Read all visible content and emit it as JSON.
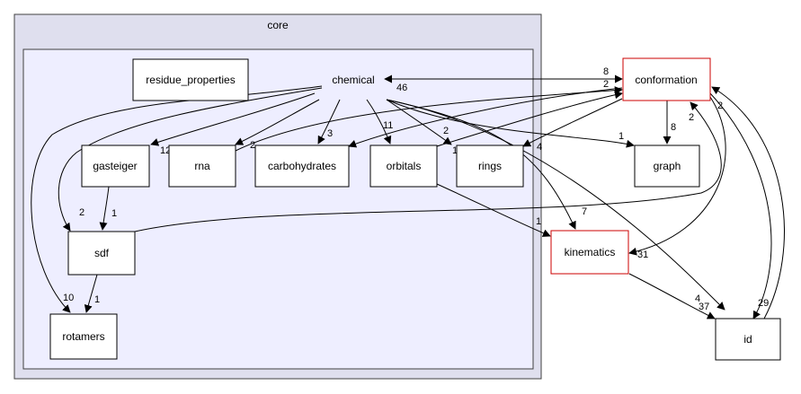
{
  "clusters": {
    "outer": {
      "label": "core"
    }
  },
  "nodes": {
    "residue_properties": "residue_properties",
    "chemical": "chemical",
    "gasteiger": "gasteiger",
    "rna": "rna",
    "carbohydrates": "carbohydrates",
    "orbitals": "orbitals",
    "rings": "rings",
    "sdf": "sdf",
    "rotamers": "rotamers",
    "conformation": "conformation",
    "graph": "graph",
    "kinematics": "kinematics",
    "id": "id"
  },
  "edge_labels": {
    "chemical_conformation": "8",
    "conformation_chemical": "46",
    "chemical_gasteiger": "12",
    "chemical_rna": "2",
    "chemical_carbohydrates": "3",
    "chemical_orbitals": "11",
    "chemical_rings": "2",
    "chemical_graph": "1",
    "chemical_kinematics": "7",
    "chemical_id": "4",
    "chemical_sdf": "2",
    "chemical_rotamers": "10",
    "gasteiger_sdf": "1",
    "sdf_rotamers": "1",
    "sdf_conformation": "2",
    "rna_conformation": "2",
    "carbohydrates_conformation_from": "1",
    "orbitals_conformation": "1",
    "conformation_rings": "4",
    "conformation_graph": "8",
    "conformation_kinematics": "31",
    "conformation_id": "29",
    "orbitals_kinematics": "1",
    "kinematics_id": "37",
    "id_conformation": "2"
  },
  "colors": {
    "outer_cluster_fill": "#dfdfee",
    "inner_cluster_fill": "#eeeeff",
    "cluster_border": "#404040",
    "red_node_border": "#cc0000"
  }
}
